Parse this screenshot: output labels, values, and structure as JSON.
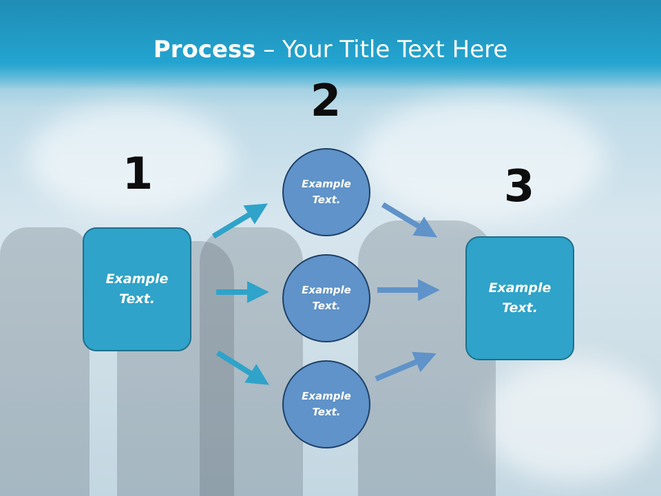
{
  "title": {
    "bold": "Process",
    "rest": " – Your Title Text Here"
  },
  "steps": {
    "one": "1",
    "two": "2",
    "three": "3"
  },
  "left_box": "Example\nText.",
  "right_box": "Example\nText.",
  "circles": {
    "top": "Example\nText.",
    "middle": "Example\nText.",
    "bottom": "Example\nText."
  },
  "colors": {
    "box_fill": "#2fa3c9",
    "circle_fill": "#5f93c9",
    "left_arrow": "#2fa3c9",
    "right_arrow": "#5f93c9"
  }
}
